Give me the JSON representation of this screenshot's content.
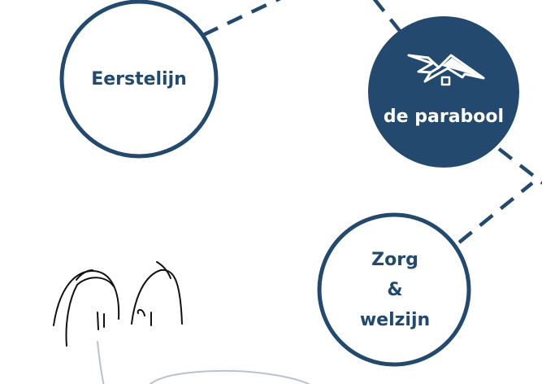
{
  "colors": {
    "navy": "#234a6e",
    "white": "#ffffff",
    "sketch_line": "#111111",
    "sketch_gray": "#b9c2cd"
  },
  "nodes": {
    "eerstelijn": {
      "label": "Eerstelijn"
    },
    "parabool": {
      "label": "de parabool",
      "icon": "paper-plane-house-icon"
    },
    "zorg": {
      "lines": [
        "Zorg",
        "&",
        "welzijn"
      ]
    }
  },
  "sketch": {
    "icon": "two-people-sketch-icon"
  }
}
